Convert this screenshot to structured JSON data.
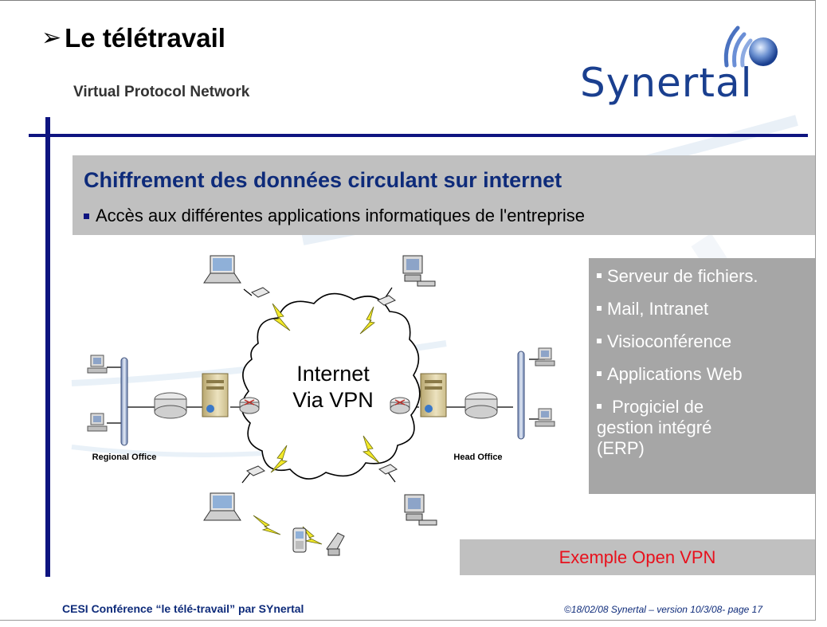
{
  "slide": {
    "title_marker": "➢",
    "title": "Le télétravail",
    "subtitle": "Virtual Protocol Network",
    "logo_text": "Synertal",
    "heading": "Chiffrement des données circulant sur internet",
    "main_bullet": "Accès aux différentes applications informatiques de l'entreprise",
    "apps": [
      "Serveur de fichiers.",
      "Mail, Intranet",
      "Visioconférence",
      "Applications Web"
    ],
    "apps_multiline": [
      "Progiciel de",
      "gestion intégré",
      "(ERP)"
    ],
    "example_label": "Exemple Open VPN",
    "footer_left": "CESI Conférence “le télé-travail” par SYnertal",
    "footer_right": "©18/02/08 Synertal – version 10/3/08- page 17"
  },
  "diagram": {
    "cloud_line1": "Internet",
    "cloud_line2": "Via VPN",
    "left_label": "Regional Office",
    "right_label": "Head Office",
    "icons": [
      "laptop-icon",
      "desktop-computer-icon",
      "server-icon",
      "router-icon",
      "modem-icon",
      "lightning-icon",
      "mobile-phone-icon",
      "pda-icon",
      "cloud-icon"
    ]
  },
  "colors": {
    "navy_rule": "#0e1480",
    "heading_blue": "#0e2b7a",
    "banner_gray": "#c0c0c0",
    "apps_gray": "#a6a6a6",
    "example_red": "#e8101c",
    "logo_blue": "#1a3f8f"
  }
}
